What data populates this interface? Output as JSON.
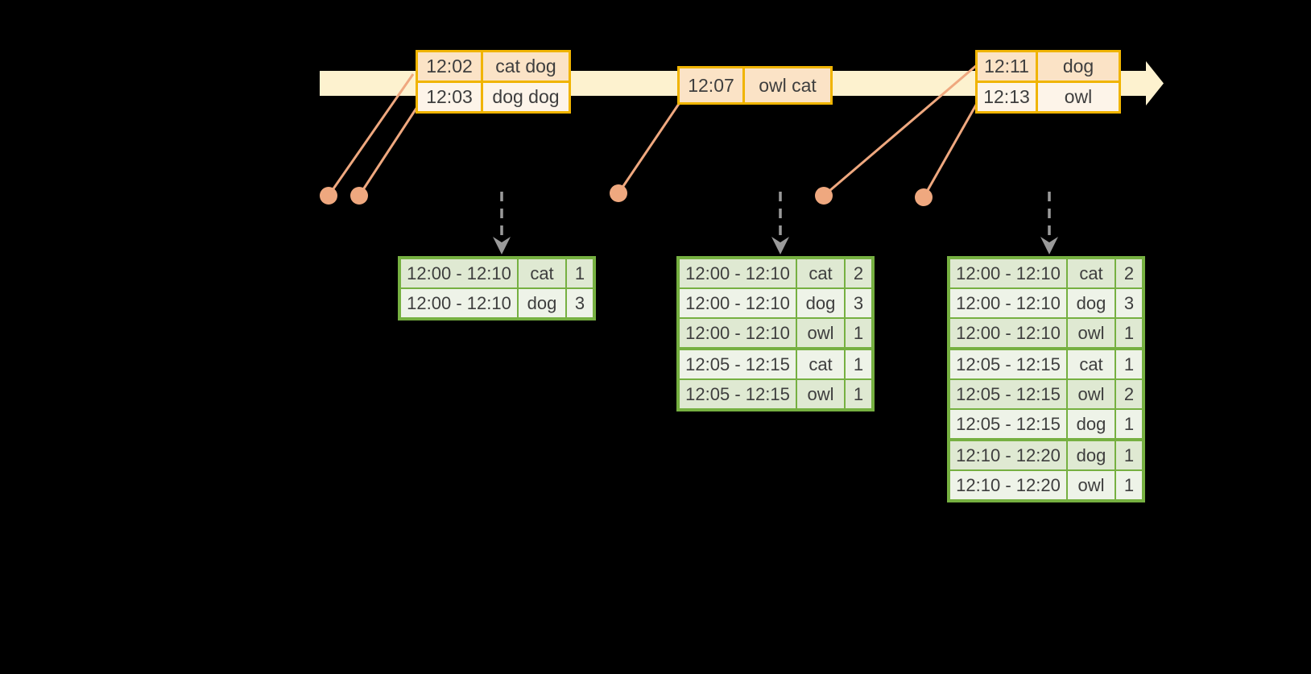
{
  "palette": {
    "background": "#000000",
    "bar": "#fdf2cf",
    "gold": "#f0b400",
    "peach": "#fbe3c6",
    "cream": "#fdf4e9",
    "salmon": "#efa87f",
    "gray": "#9a9a9a",
    "green": "#76b041",
    "green_row_dark": "#dfe9d2",
    "green_row_light": "#eef3e8",
    "text": "#3e3e3e"
  },
  "icons": {
    "timeline_arrow": "right-arrow-head",
    "trigger_arrow": "down-dashed-arrow",
    "event_marker": "dot"
  },
  "event_tables": [
    {
      "rows": [
        {
          "time": "12:02",
          "words": "cat dog"
        },
        {
          "time": "12:03",
          "words": "dog dog"
        }
      ]
    },
    {
      "rows": [
        {
          "time": "12:07",
          "words": "owl cat"
        }
      ]
    },
    {
      "rows": [
        {
          "time": "12:11",
          "words": "dog"
        },
        {
          "time": "12:13",
          "words": "owl"
        }
      ]
    }
  ],
  "result_tables": [
    {
      "rows": [
        {
          "window": "12:00 - 12:10",
          "word": "cat",
          "count": "1"
        },
        {
          "window": "12:00 - 12:10",
          "word": "dog",
          "count": "3"
        }
      ]
    },
    {
      "rows": [
        {
          "window": "12:00 - 12:10",
          "word": "cat",
          "count": "2"
        },
        {
          "window": "12:00 - 12:10",
          "word": "dog",
          "count": "3"
        },
        {
          "window": "12:00 - 12:10",
          "word": "owl",
          "count": "1"
        },
        {
          "window": "12:05 - 12:15",
          "word": "cat",
          "count": "1"
        },
        {
          "window": "12:05 - 12:15",
          "word": "owl",
          "count": "1"
        }
      ]
    },
    {
      "rows": [
        {
          "window": "12:00 - 12:10",
          "word": "cat",
          "count": "2"
        },
        {
          "window": "12:00 - 12:10",
          "word": "dog",
          "count": "3"
        },
        {
          "window": "12:00 - 12:10",
          "word": "owl",
          "count": "1"
        },
        {
          "window": "12:05 - 12:15",
          "word": "cat",
          "count": "1"
        },
        {
          "window": "12:05 - 12:15",
          "word": "owl",
          "count": "2"
        },
        {
          "window": "12:05 - 12:15",
          "word": "dog",
          "count": "1"
        },
        {
          "window": "12:10 - 12:20",
          "word": "dog",
          "count": "1"
        },
        {
          "window": "12:10 - 12:20",
          "word": "owl",
          "count": "1"
        }
      ]
    }
  ]
}
